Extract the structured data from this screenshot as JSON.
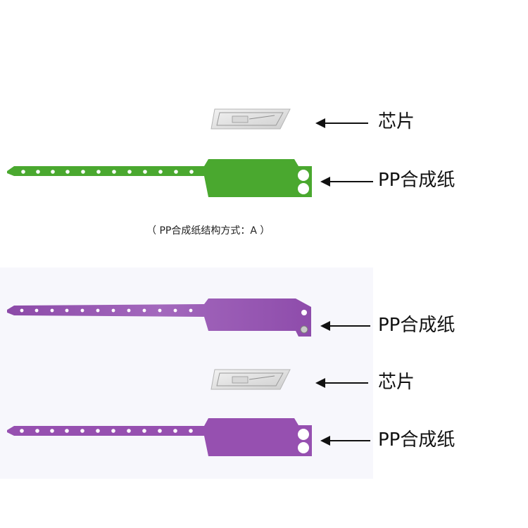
{
  "colors": {
    "green_band": "#4aa82f",
    "purple_band_top": "#9a5bb4",
    "purple_band_bottom": "#9650b0",
    "chip": "#e6e6e6",
    "arrow": "#111111"
  },
  "icons": [
    "rfid-chip-inlay",
    "green-wristband",
    "purple-wristband",
    "left-arrow-icon"
  ],
  "labels": {
    "chip_top": "芯片",
    "pp_top": "PP合成纸",
    "caption": "（ PP合成纸结构方式：A ）",
    "pp_mid": "PP合成纸",
    "chip_bottom": "芯片",
    "pp_bottom": "PP合成纸"
  }
}
